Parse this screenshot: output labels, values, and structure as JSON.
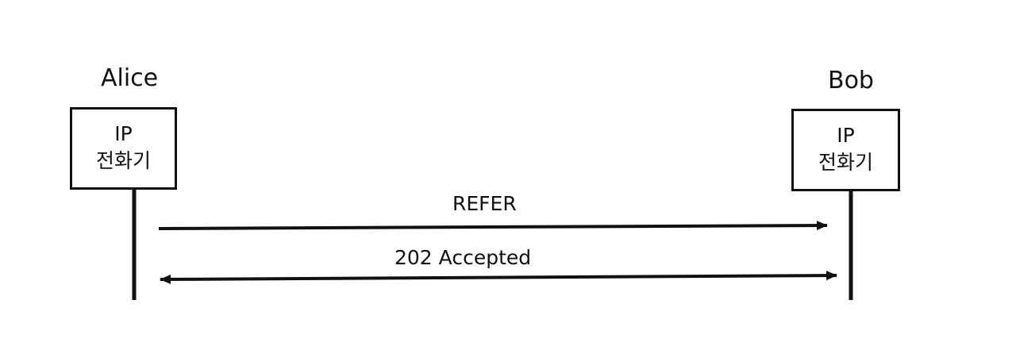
{
  "participants": {
    "alice": {
      "name": "Alice",
      "device_line1": "IP",
      "device_line2": "전화기"
    },
    "bob": {
      "name": "Bob",
      "device_line1": "IP",
      "device_line2": "전화기"
    }
  },
  "messages": [
    {
      "label": "REFER",
      "from": "Alice",
      "to": "Bob",
      "arrowheads": "end"
    },
    {
      "label": "202 Accepted",
      "from": "Bob",
      "to": "Alice",
      "arrowheads": "both"
    }
  ],
  "colors": {
    "line": "#111111",
    "background": "#ffffff"
  }
}
